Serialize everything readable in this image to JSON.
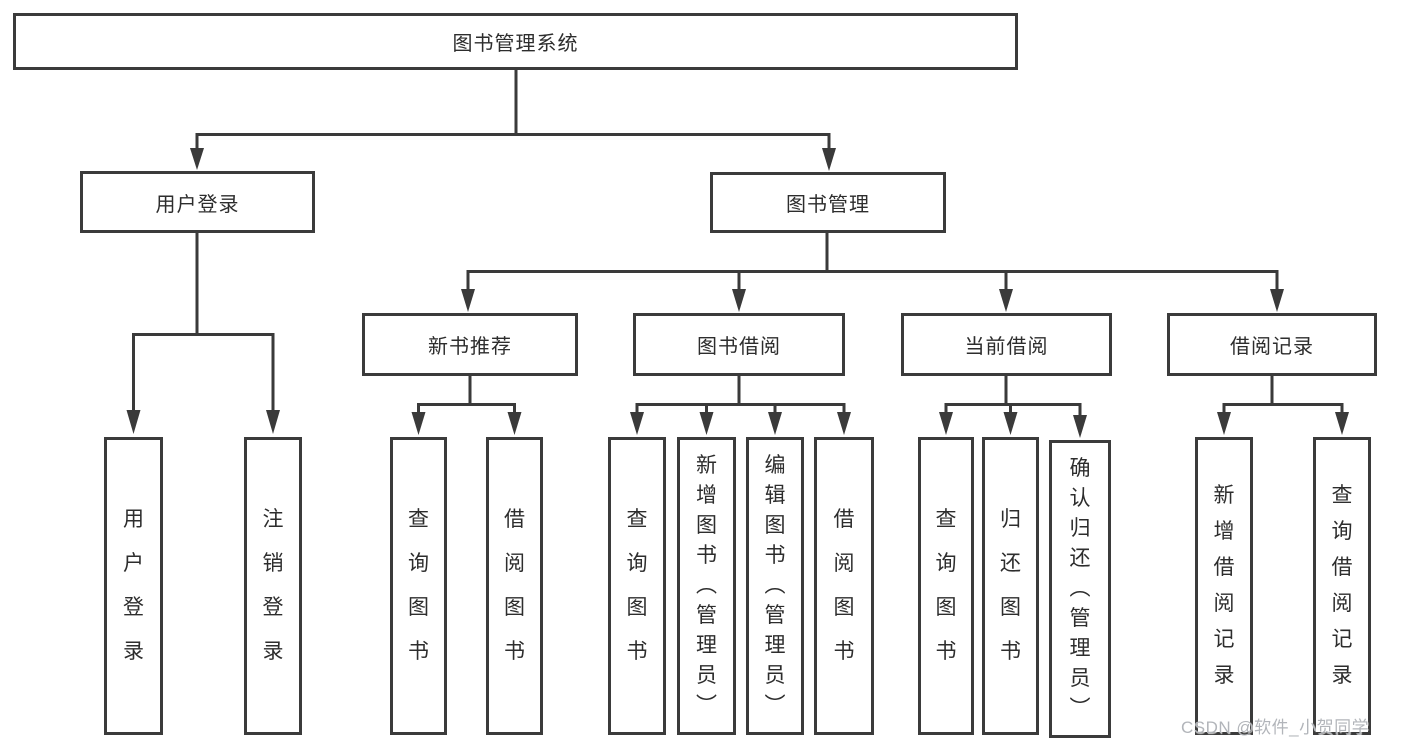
{
  "nodes": {
    "root": "图书管理系统",
    "level2": {
      "user_login": "用户登录",
      "book_management": "图书管理"
    },
    "level3": {
      "new_book_recommend": "新书推荐",
      "book_borrow": "图书借阅",
      "current_borrow": "当前借阅",
      "borrow_records": "借阅记录"
    },
    "leaves": {
      "user_login": [
        "用户登录",
        "注销登录"
      ],
      "new_book_recommend": [
        "查询图书",
        "借阅图书"
      ],
      "book_borrow": [
        "查询图书",
        "新增图书（管理员）",
        "编辑图书（管理员）",
        "借阅图书"
      ],
      "current_borrow": [
        "查询图书",
        "归还图书",
        "确认归还（管理员）"
      ],
      "borrow_records": [
        "新增借阅记录",
        "查询借阅记录"
      ]
    }
  },
  "watermark": "CSDN @软件_小贺同学",
  "colors": {
    "line": "#3a3a3a",
    "box_border": "#3b3b3b",
    "text": "#2d2d2d",
    "background": "#ffffff",
    "watermark": "#b2b5ba"
  }
}
